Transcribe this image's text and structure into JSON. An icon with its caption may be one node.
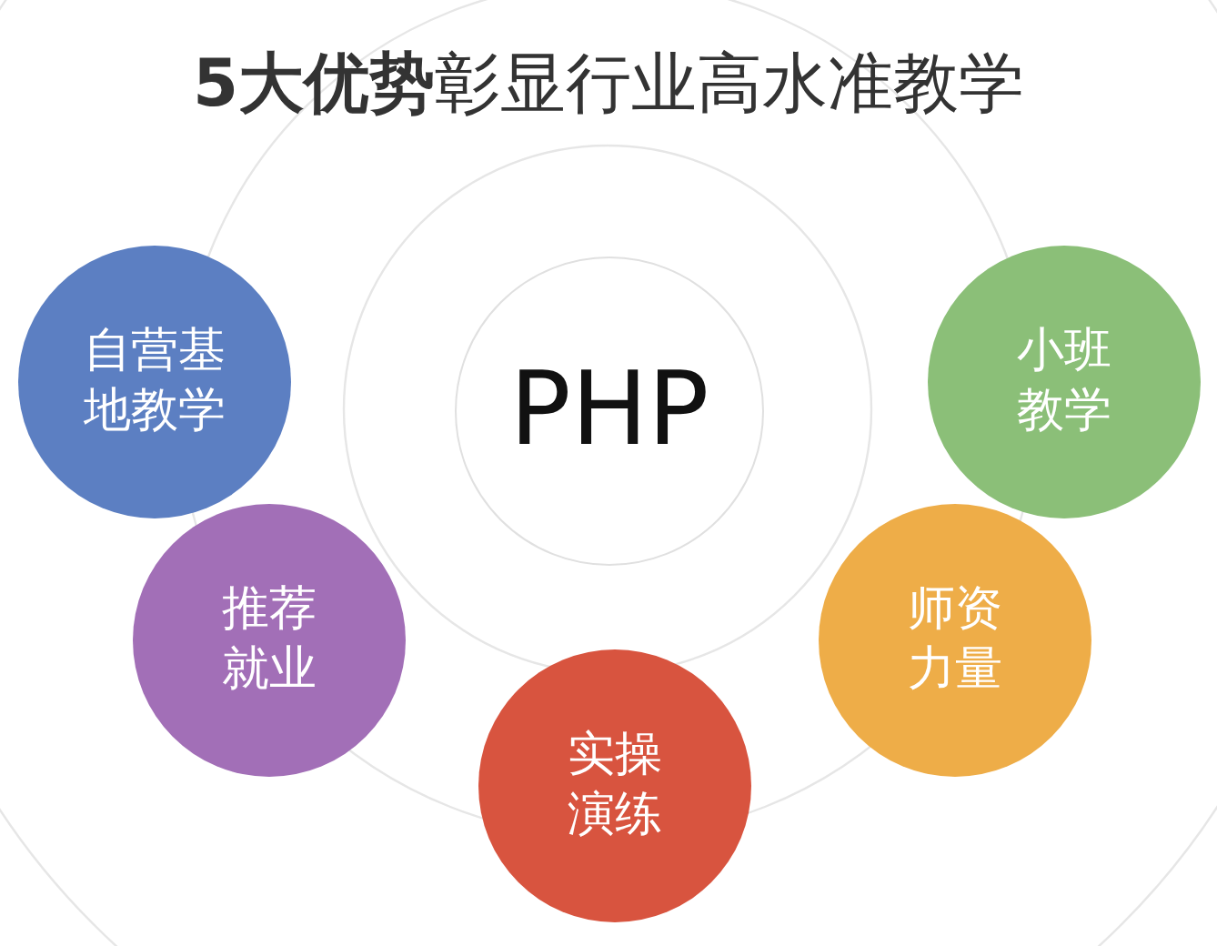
{
  "diagram": {
    "title": "**5大优势**彰显行业高水准教学",
    "nodes": [
      {
        "text": [
          "自营基地教学"
        ]
      },
      {
        "text": [
          "小班教学"
        ]
      },
      {
        "text": [
          "PHP"
        ]
      },
      {
        "text": [
          "推荐就业"
        ]
      },
      {
        "text": [
          "师资力量"
        ]
      },
      {
        "text": [
          "实操演练"
        ]
      }
    ]
  }
}
